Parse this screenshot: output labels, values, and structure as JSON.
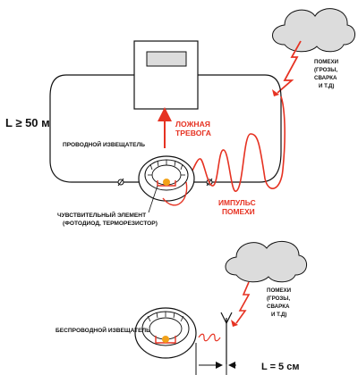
{
  "colors": {
    "accent": "#e63222",
    "line": "#111111",
    "cloud": "#dcdcdc",
    "sensor": "#f2a21a"
  },
  "top": {
    "length_label": "L ≥ 50 м",
    "detector_label": "ПРОВОДНОЙ ИЗВЕЩАТЕЛЬ",
    "false_alarm_line1": "ЛОЖНАЯ",
    "false_alarm_line2": "ТРЕВОГА",
    "impulse_line1": "ИМПУЛЬС",
    "impulse_line2": "ПОМЕХИ",
    "noise_line1": "ПОМЕХИ",
    "noise_line2": "(ГРОЗЫ,",
    "noise_line3": "СВАРКА",
    "noise_line4": "И Т.Д)",
    "sensing_line1": "ЧУВСТВИТЕЛЬНЫЙ ЭЛЕМЕНТ",
    "sensing_line2": "(ФОТОДИОД, ТЕРМОРЕЗИСТОР)"
  },
  "bottom": {
    "detector_label": "БЕСПРОВОДНОЙ ИЗВЕЩАТЕЛЬ",
    "noise_line1": "ПОМЕХИ",
    "noise_line2": "(ГРОЗЫ,",
    "noise_line3": "СВАРКА",
    "noise_line4": "И Т.Д)",
    "distance_label": "L = 5 см"
  }
}
